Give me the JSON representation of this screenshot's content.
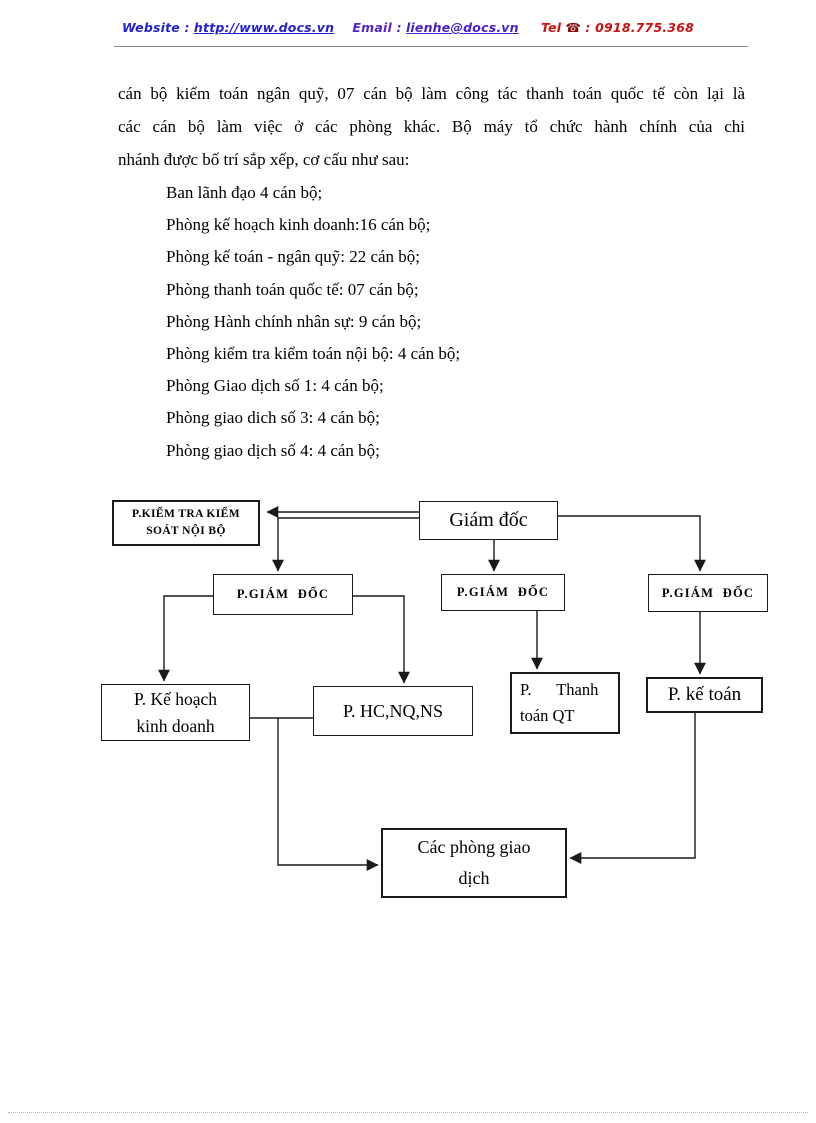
{
  "header": {
    "website_label": "Website :",
    "website_url": "http://www.docs.vn",
    "email_label": "Email :",
    "email_url": "lienhe@docs.vn",
    "tel_label": "Tel",
    "tel_icon": "☎",
    "tel_number": ": 0918.775.368"
  },
  "body": {
    "paragraph_lines": [
      "cán bộ kiểm toán ngân quỹ, 07 cán bộ làm công tác thanh toán quốc tế còn lại là",
      "các cán bộ làm việc ở các phòng khác. Bộ máy tổ chức hành chính của chi",
      "nhánh được bố trí sắp xếp, cơ cấu như sau:"
    ],
    "list_items": [
      "Ban lãnh đạo 4 cán bộ;",
      "Phòng kế hoạch kinh doanh:16 cán bộ;",
      "Phòng kế toán - ngân quỹ: 22 cán bộ;",
      "Phòng thanh toán quốc tế: 07 cán bộ;",
      "Phòng Hành chính nhân sự: 9 cán bộ;",
      "Phòng kiểm tra kiểm toán nội bộ: 4 cán bộ;",
      "Phòng Giao dịch số 1: 4 cán bộ;",
      "Phòng giao dich số 3: 4 cán bộ;",
      "Phòng giao dịch số 4: 4 cán bộ;"
    ]
  },
  "diagram": {
    "boxes": {
      "kiem_tra": {
        "line1": "P.KIỂM TRA KIỂM",
        "line2": "SOÁT NỘI BỘ"
      },
      "giam_doc": {
        "label": "Giám đốc"
      },
      "pgd_left": {
        "label": "P.GIÁM  ĐỐC"
      },
      "pgd_mid": {
        "label": "P.GIÁM  ĐỐC"
      },
      "pgd_right": {
        "label": "P.GIÁM  ĐỐC"
      },
      "ke_hoach": {
        "line1": "P. Kế hoạch",
        "line2": "kinh doanh"
      },
      "hcnqns": {
        "label": "P. HC,NQ,NS"
      },
      "thanh_toan": {
        "line1": "P.      Thanh",
        "line2": "toán QT"
      },
      "ke_toan": {
        "label": "P. kế toán"
      },
      "cac_phong": {
        "line1": "Các phòng giao",
        "line2": "dịch"
      }
    }
  },
  "colors": {
    "header_blue": "#2222cc",
    "header_violet": "#5522cc",
    "header_red": "#cc1111",
    "phone_icon_red": "#881111",
    "rule_gray": "#8a8a8a",
    "bottom_dotted": "#c9a9a9",
    "diagram_line": "#1a1a1a"
  }
}
